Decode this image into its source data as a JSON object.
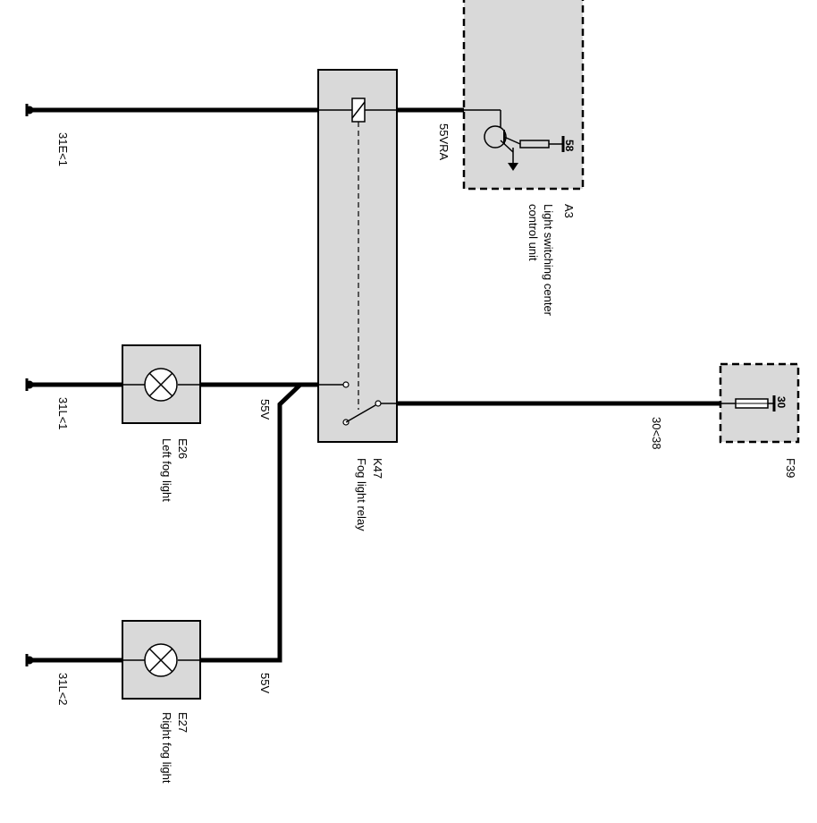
{
  "components": {
    "a3": {
      "id": "A3",
      "name_line1": "Light switching center",
      "name_line2": "control unit",
      "pin": "58"
    },
    "k47": {
      "id": "K47",
      "name": "Fog light relay"
    },
    "f39": {
      "id": "F39",
      "pin": "30"
    },
    "e26": {
      "id": "E26",
      "name": "Left fog light"
    },
    "e27": {
      "id": "E27",
      "name": "Right fog light"
    }
  },
  "wires": {
    "w1": "31E<1",
    "w2": "31L<1",
    "w3": "31L<2",
    "w4": "55VRA",
    "w5": "55V",
    "w6": "55V",
    "w7": "30<38"
  },
  "colors": {
    "line": "#000000",
    "box_fill": "#d9d9d9"
  }
}
